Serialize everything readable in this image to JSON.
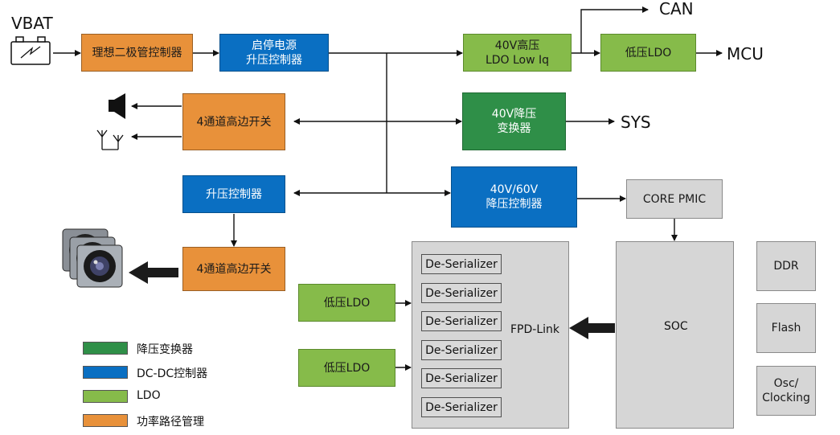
{
  "inputs": {
    "vbat": "VBAT"
  },
  "outputs": {
    "can": "CAN",
    "mcu": "MCU",
    "sys": "SYS"
  },
  "blocks": {
    "ideal_diode": "理想二极管控制器",
    "start_stop_boost": "启停电源\n升压控制器",
    "ldo_40v": "40V高压\nLDO Low Iq",
    "low_ldo_top": "低压LDO",
    "hs_switch_top": "4通道高边开关",
    "buck_40v": "40V降压\n变换器",
    "boost_ctrl": "升压控制器",
    "buck_ctrl_4060": "40V/60V\n降压控制器",
    "core_pmic": "CORE PMIC",
    "hs_switch_cam": "4通道高边开关",
    "low_ldo_1": "低压LDO",
    "low_ldo_2": "低压LDO",
    "soc": "SOC",
    "ddr": "DDR",
    "flash": "Flash",
    "osc": "Osc/\nClocking"
  },
  "fpd_link": {
    "label": "FPD-Link",
    "deserializers": [
      "De-Serializer",
      "De-Serializer",
      "De-Serializer",
      "De-Serializer",
      "De-Serializer",
      "De-Serializer"
    ]
  },
  "legend": [
    {
      "label": "降压变换器",
      "color": "#2f8f48"
    },
    {
      "label": "DC-DC控制器",
      "color": "#0a6fc2"
    },
    {
      "label": "LDO",
      "color": "#86bb4a"
    },
    {
      "label": "功率路径管理",
      "color": "#e8913a"
    }
  ],
  "icons": [
    "battery-icon",
    "speaker-icon",
    "antenna-icon",
    "camera-icon",
    "arrow-left-icon"
  ]
}
